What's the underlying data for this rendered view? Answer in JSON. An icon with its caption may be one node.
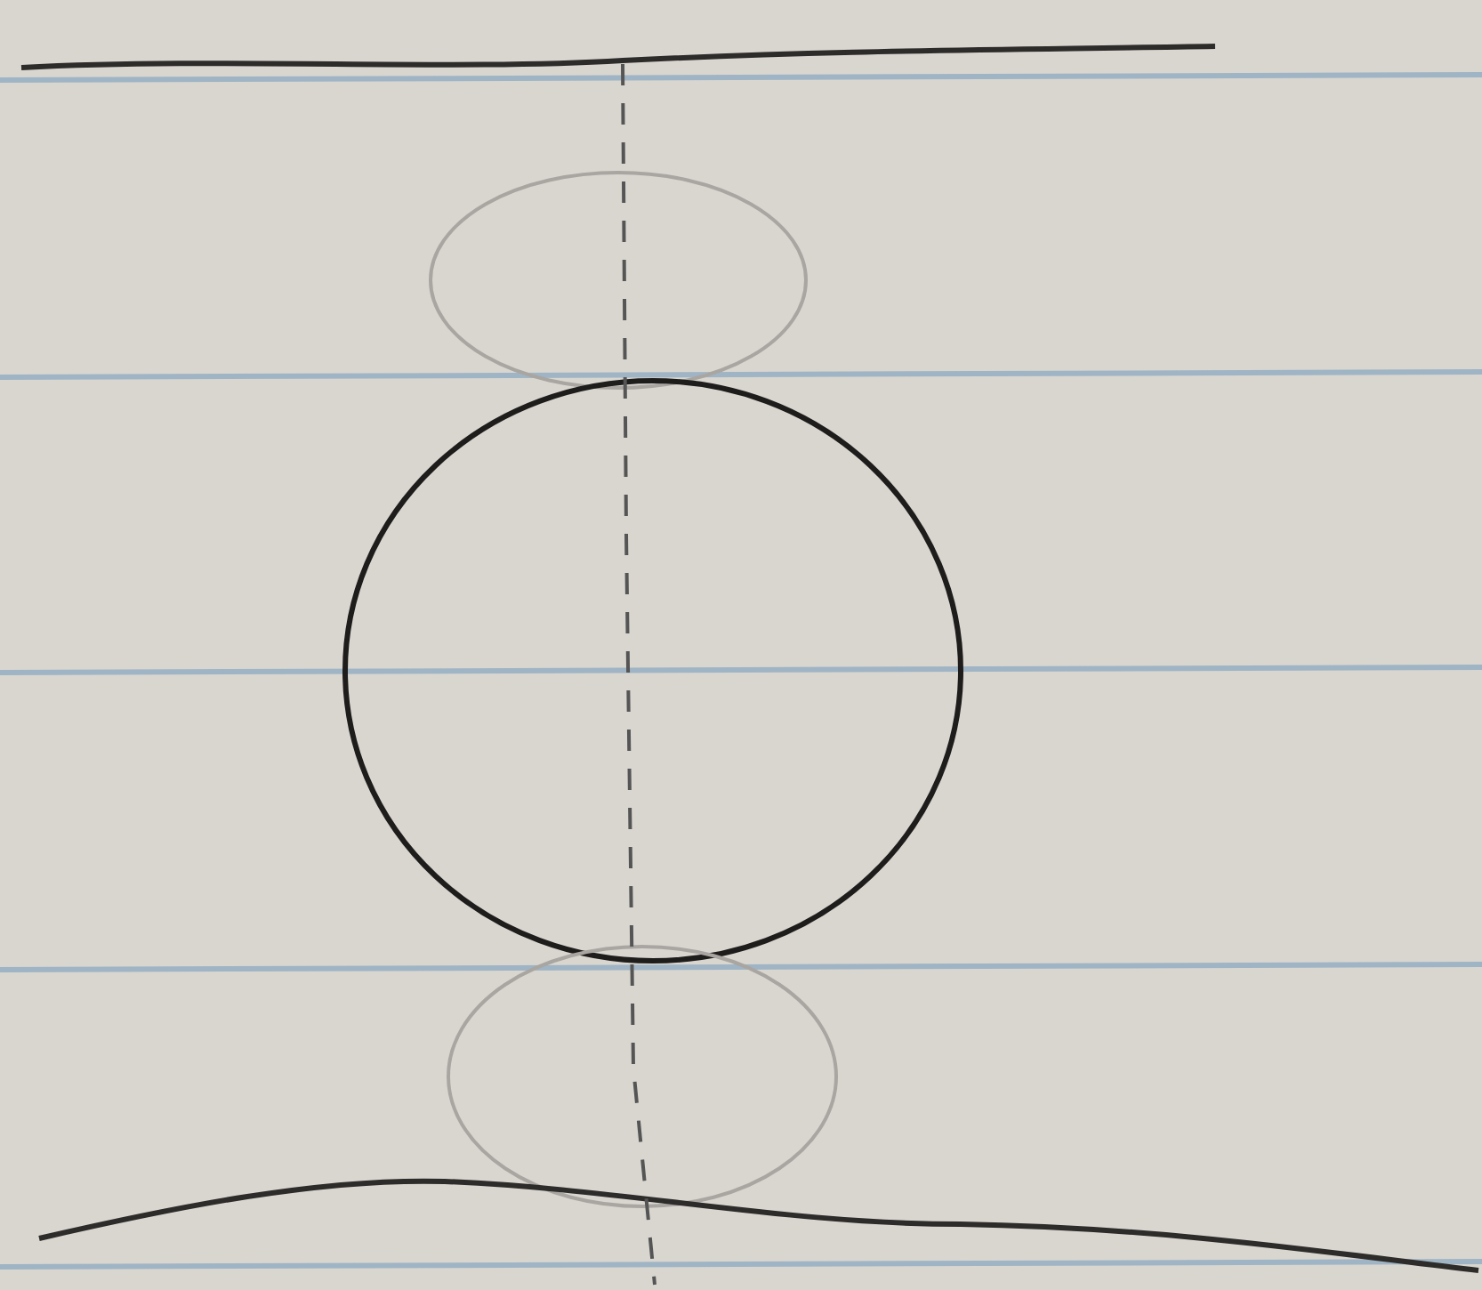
{
  "diagram": {
    "nodes": [
      {
        "text": [],
        "shape": "bar"
      },
      {
        "text": [],
        "shape": "ellipse"
      },
      {
        "text": [],
        "shape": "circle"
      },
      {
        "text": [],
        "shape": "ellipse"
      },
      {
        "text": [],
        "shape": "bar"
      }
    ]
  }
}
